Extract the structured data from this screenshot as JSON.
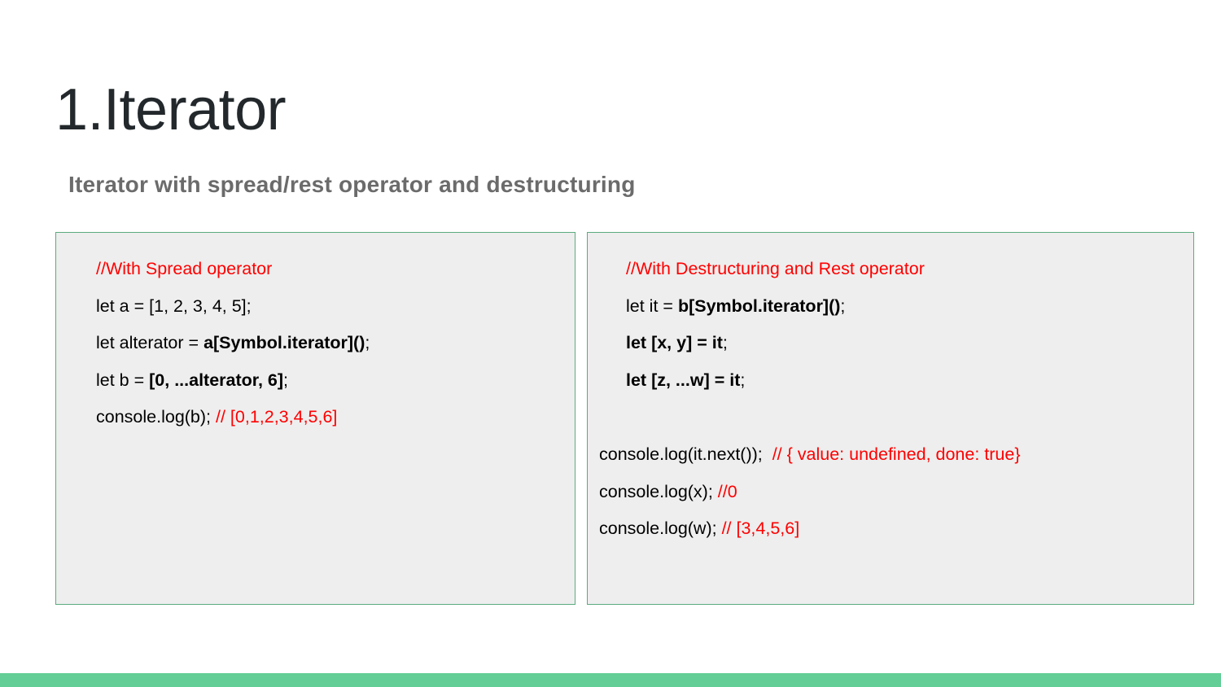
{
  "slide": {
    "title": "1.Iterator",
    "subtitle": "Iterator with spread/rest operator and destructuring",
    "accent_color": "#63ce96",
    "title_color": "#22282b",
    "subtitle_color": "#6b6b6b",
    "comment_color": "#ff0000",
    "code_bg_color": "#eeeeee",
    "code_border_color": "#5bab7e"
  },
  "left_box": {
    "lines": [
      {
        "indent": 1,
        "segments": [
          {
            "style": "comment",
            "text": "//With Spread operator"
          }
        ]
      },
      {
        "indent": 1,
        "segments": [
          {
            "style": "plain",
            "text": "let a = [1, 2, 3, 4, 5];"
          }
        ]
      },
      {
        "indent": 1,
        "segments": [
          {
            "style": "plain",
            "text": "let alterator = "
          },
          {
            "style": "strong",
            "text": "a[Symbol.iterator]()"
          },
          {
            "style": "plain",
            "text": ";"
          }
        ]
      },
      {
        "indent": 1,
        "segments": [
          {
            "style": "plain",
            "text": "let b = "
          },
          {
            "style": "strong",
            "text": "[0, ...alterator, 6]"
          },
          {
            "style": "plain",
            "text": ";"
          }
        ]
      },
      {
        "indent": 1,
        "segments": [
          {
            "style": "plain",
            "text": "console.log(b); "
          },
          {
            "style": "comment",
            "text": "// [0,1,2,3,4,5,6]"
          }
        ]
      }
    ]
  },
  "right_box": {
    "lines": [
      {
        "indent": 2,
        "segments": [
          {
            "style": "comment",
            "text": "//With Destructuring and Rest operator"
          }
        ]
      },
      {
        "indent": 2,
        "segments": [
          {
            "style": "plain",
            "text": "let it = "
          },
          {
            "style": "strong",
            "text": "b[Symbol.iterator]()"
          },
          {
            "style": "plain",
            "text": ";"
          }
        ]
      },
      {
        "indent": 2,
        "segments": [
          {
            "style": "strong",
            "text": "let [x, y] = it"
          },
          {
            "style": "plain",
            "text": ";"
          }
        ]
      },
      {
        "indent": 2,
        "segments": [
          {
            "style": "strong",
            "text": "let [z, ...w] = it"
          },
          {
            "style": "plain",
            "text": ";"
          }
        ]
      },
      {
        "indent": 0,
        "blank": true,
        "segments": []
      },
      {
        "indent": 0,
        "segments": [
          {
            "style": "plain",
            "text": "console.log(it.next());  "
          },
          {
            "style": "comment",
            "text": "// { value: undefined, done: true}"
          }
        ]
      },
      {
        "indent": 0,
        "segments": [
          {
            "style": "plain",
            "text": "console.log(x); "
          },
          {
            "style": "comment",
            "text": "//0"
          }
        ]
      },
      {
        "indent": 0,
        "segments": [
          {
            "style": "plain",
            "text": "console.log(w); "
          },
          {
            "style": "comment",
            "text": "// [3,4,5,6]"
          }
        ]
      }
    ]
  }
}
